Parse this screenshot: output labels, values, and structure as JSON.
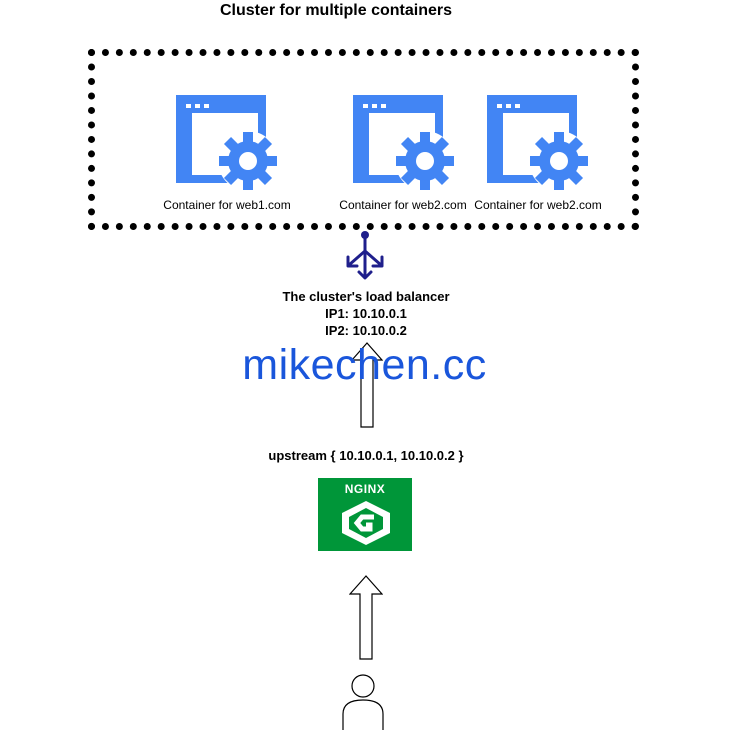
{
  "title": "Cluster for multiple containers",
  "containers": [
    {
      "label": "Container for web1.com",
      "icon": "container-gear-icon"
    },
    {
      "label": "Container for web2.com",
      "icon": "container-gear-icon"
    },
    {
      "label": "Container for web2.com",
      "icon": "container-gear-icon"
    }
  ],
  "load_balancer": {
    "icon": "load-balancer-icon",
    "title": "The cluster's load balancer",
    "ip1": "IP1: 10.10.0.1",
    "ip2": "IP2: 10.10.0.2"
  },
  "watermark": "mikechen.cc",
  "upstream": "upstream { 10.10.0.1, 10.10.0.2 }",
  "nginx": {
    "label": "NGINX",
    "icon": "nginx-logo-icon",
    "color": "#009639"
  },
  "user": {
    "icon": "user-icon"
  },
  "colors": {
    "container_icon": "#4285f4",
    "load_balancer_icon": "#1f1f8c",
    "watermark": "#1a56db"
  }
}
